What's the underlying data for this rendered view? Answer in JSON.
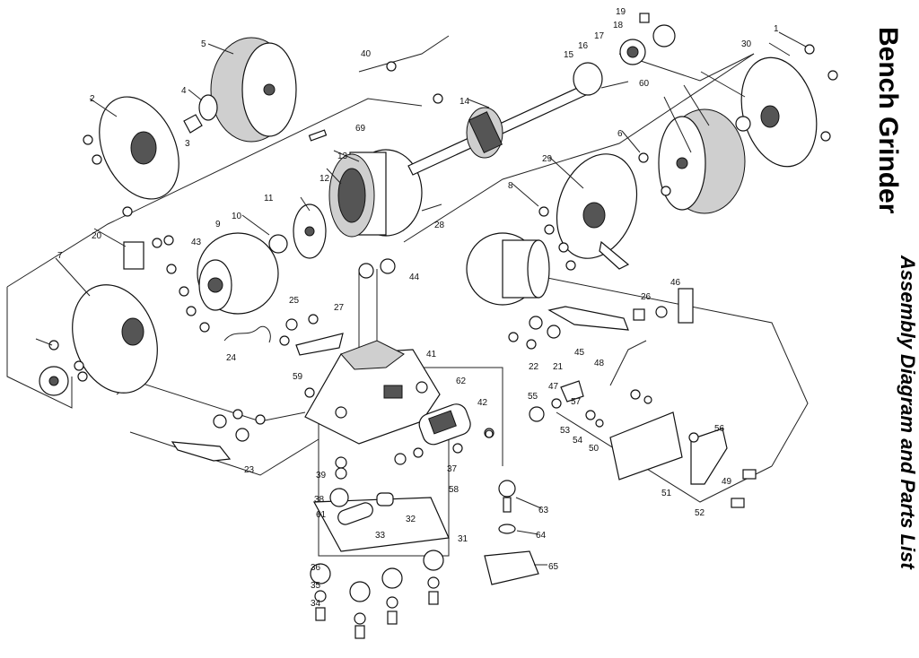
{
  "title": {
    "main": "Bench Grinder",
    "sub": "Assembly Diagram and Parts List"
  },
  "labels": [
    "1",
    "2",
    "3",
    "4",
    "5",
    "6",
    "7",
    "8",
    "9",
    "10",
    "11",
    "12",
    "13",
    "14",
    "15",
    "16",
    "17",
    "18",
    "19",
    "20",
    "21",
    "22",
    "23",
    "24",
    "25",
    "26",
    "27",
    "28",
    "29",
    "30",
    "31",
    "32",
    "33",
    "34",
    "35",
    "36",
    "37",
    "38",
    "39",
    "40",
    "41",
    "42",
    "43",
    "44",
    "45",
    "46",
    "47",
    "48",
    "49",
    "50",
    "51",
    "52",
    "53",
    "54",
    "55",
    "56",
    "57",
    "58",
    "59",
    "60",
    "61",
    "62",
    "63",
    "64",
    "65",
    "69"
  ]
}
